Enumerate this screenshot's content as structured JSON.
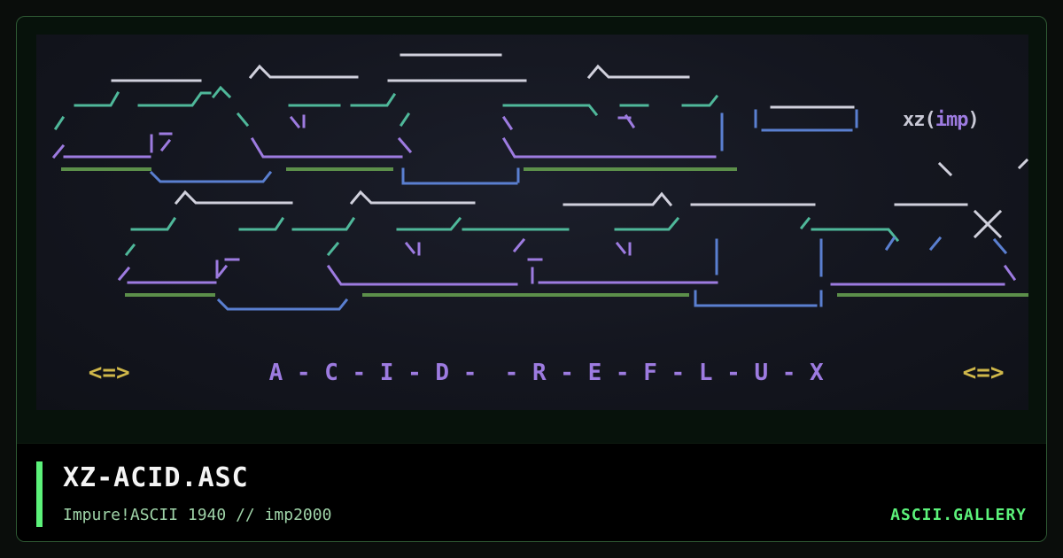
{
  "art": {
    "signature_prefix": "xz(",
    "signature_imp": "imp",
    "signature_suffix": ")",
    "banner_text": "<=> A - C - I - D -  - R - E - F - L - U - X <=>",
    "colors": {
      "teal": "#4fb89a",
      "purple": "#9d7be0",
      "blue": "#5a7fd0",
      "green_dash": "#5c8f4a",
      "white": "#d0d0dc",
      "yellow": "#d0b84a"
    }
  },
  "caption": {
    "title": "XZ-ACID.ASC",
    "subtitle": "Impure!ASCII 1940 // imp2000",
    "brand": "ASCII.GALLERY"
  },
  "colors": {
    "accent": "#5cf27a",
    "background": "#0a0d0b"
  }
}
